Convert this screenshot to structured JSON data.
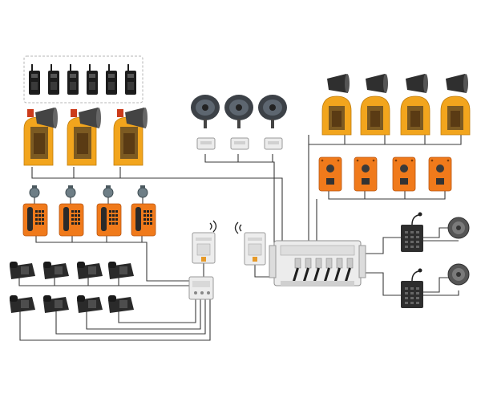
{
  "diagram": {
    "colors": {
      "line": "#3a3a3a",
      "enclosure": "#e9e9e9",
      "enclosure_edge": "#9a9a9a",
      "amber": "#f2a51d",
      "orange": "#f07a1b",
      "dark": "#2b2b2b",
      "radio": "#1c1c1c",
      "horn": "#8a939c"
    },
    "components": {
      "radios": 6,
      "hooded_telephones": 3,
      "beacons": 4,
      "wall_telephones": 4,
      "desk_phones": 8,
      "paging_horns": 3,
      "hooded_speaker_stations": 4,
      "control_stations": 4,
      "paging_consoles": 2,
      "loudspeakers": 2
    },
    "icons": {
      "radio": "walkie-talkie-icon",
      "hood_phone": "hooded-telephone-icon",
      "wall_phone": "explosion-proof-telephone-icon",
      "desk_phone": "desk-phone-icon",
      "horn": "paging-horn-icon",
      "loudspeaker": "loudspeaker-icon",
      "wireless": "wireless-signal-icon"
    }
  }
}
